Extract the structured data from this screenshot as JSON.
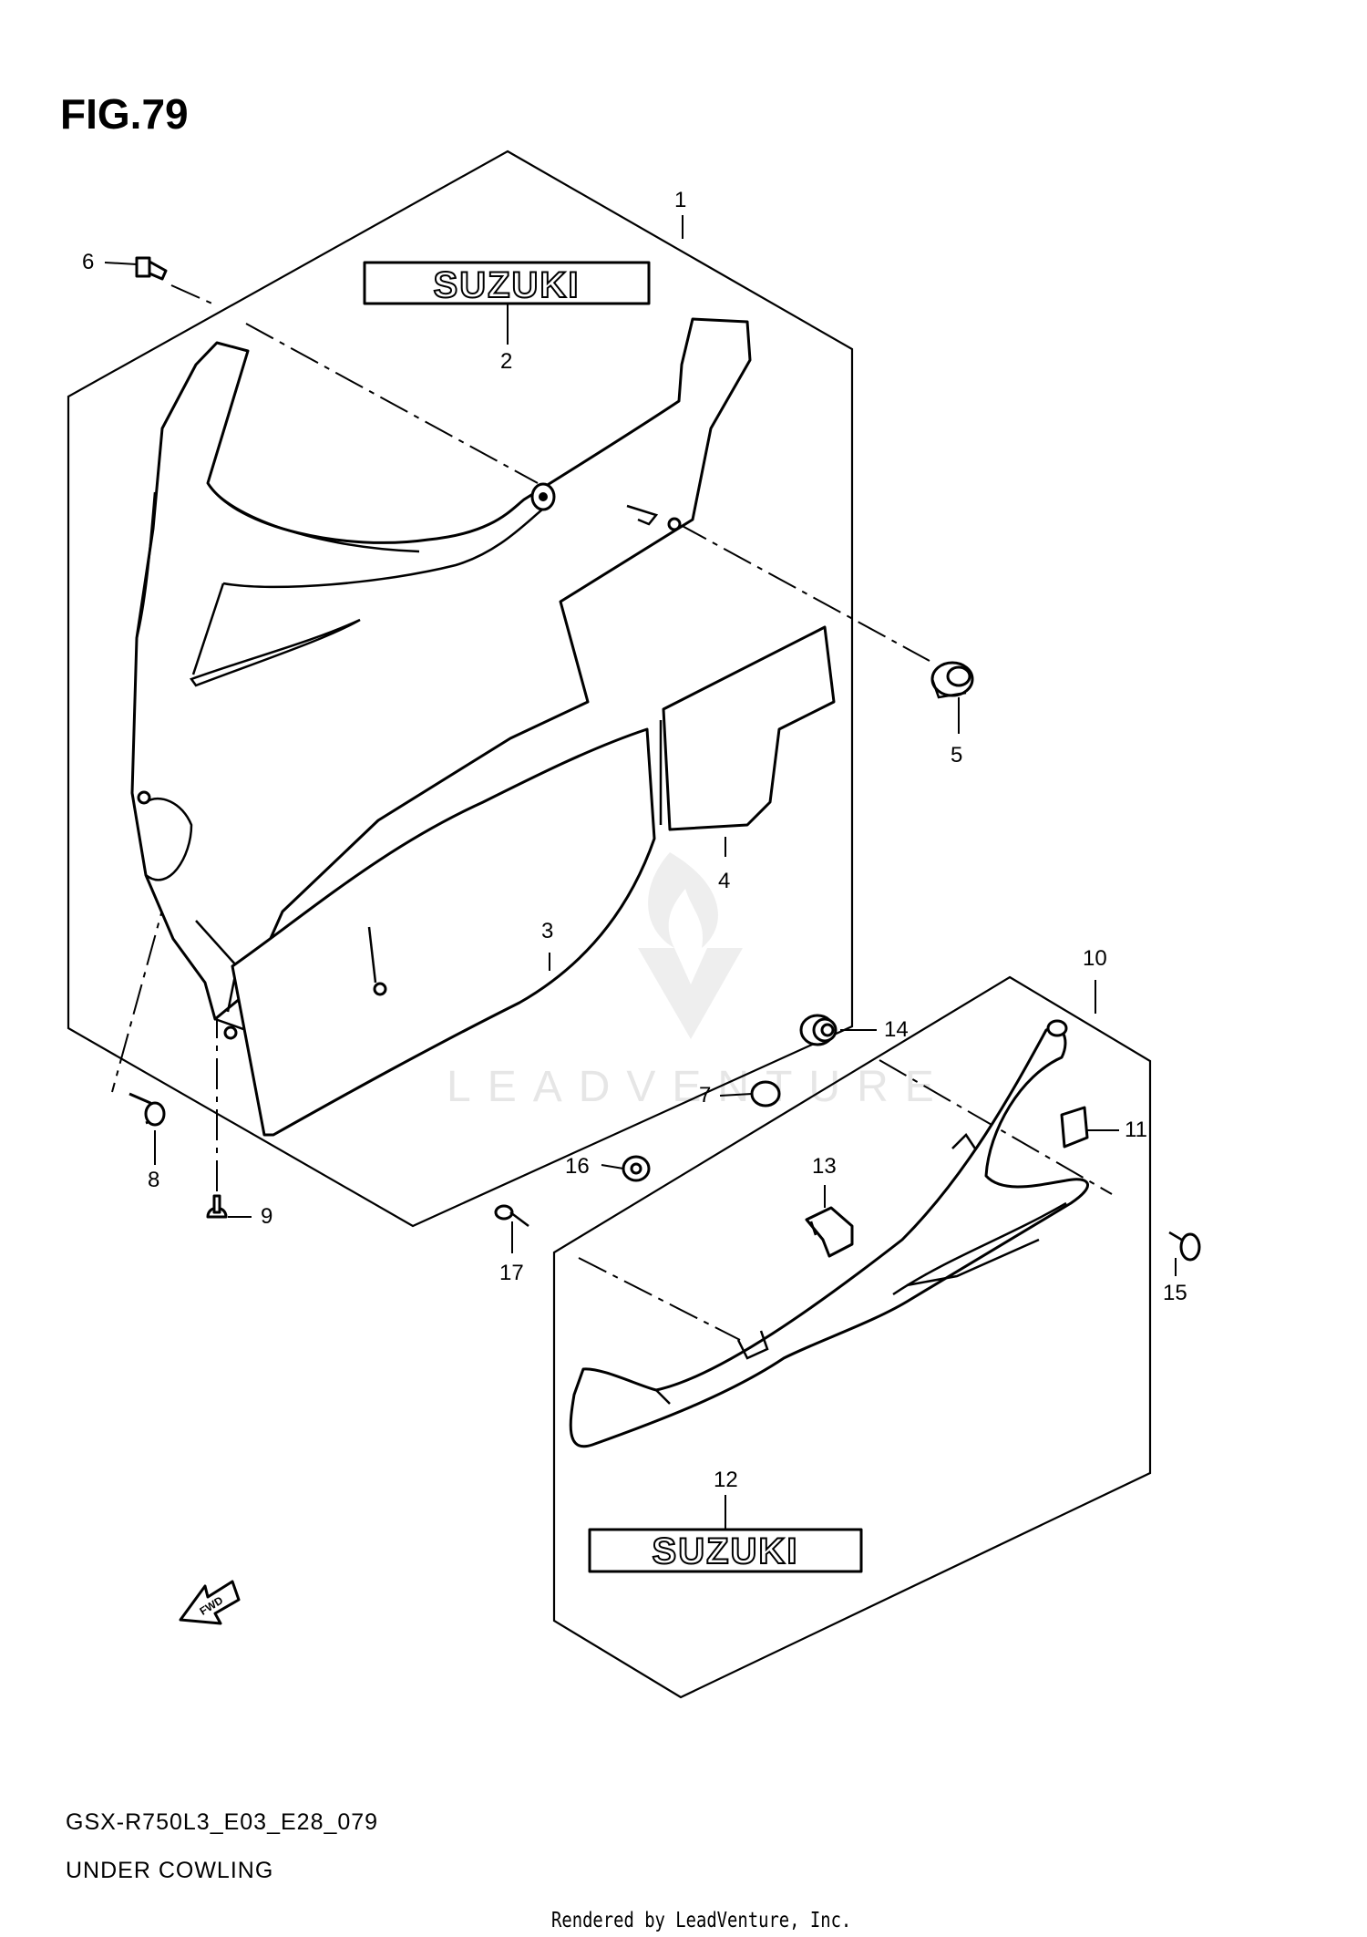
{
  "figure": {
    "title": "FIG.79"
  },
  "footer": {
    "model_code": "GSX-R750L3_E03_E28_079",
    "description": "UNDER COWLING",
    "rendered_by": "Rendered by LeadVenture, Inc."
  },
  "watermark": {
    "text": "LEADVENTURE"
  },
  "emblems": {
    "upper": "SUZUKI",
    "lower": "SUZUKI"
  },
  "fwd_arrow": {
    "text": "FWD"
  },
  "callouts": {
    "c1": "1",
    "c2": "2",
    "c3": "3",
    "c4": "4",
    "c5": "5",
    "c6": "6",
    "c7": "7",
    "c8": "8",
    "c9": "9",
    "c10": "10",
    "c11": "11",
    "c12": "12",
    "c13": "13",
    "c14": "14",
    "c15": "15",
    "c16": "16",
    "c17": "17"
  }
}
